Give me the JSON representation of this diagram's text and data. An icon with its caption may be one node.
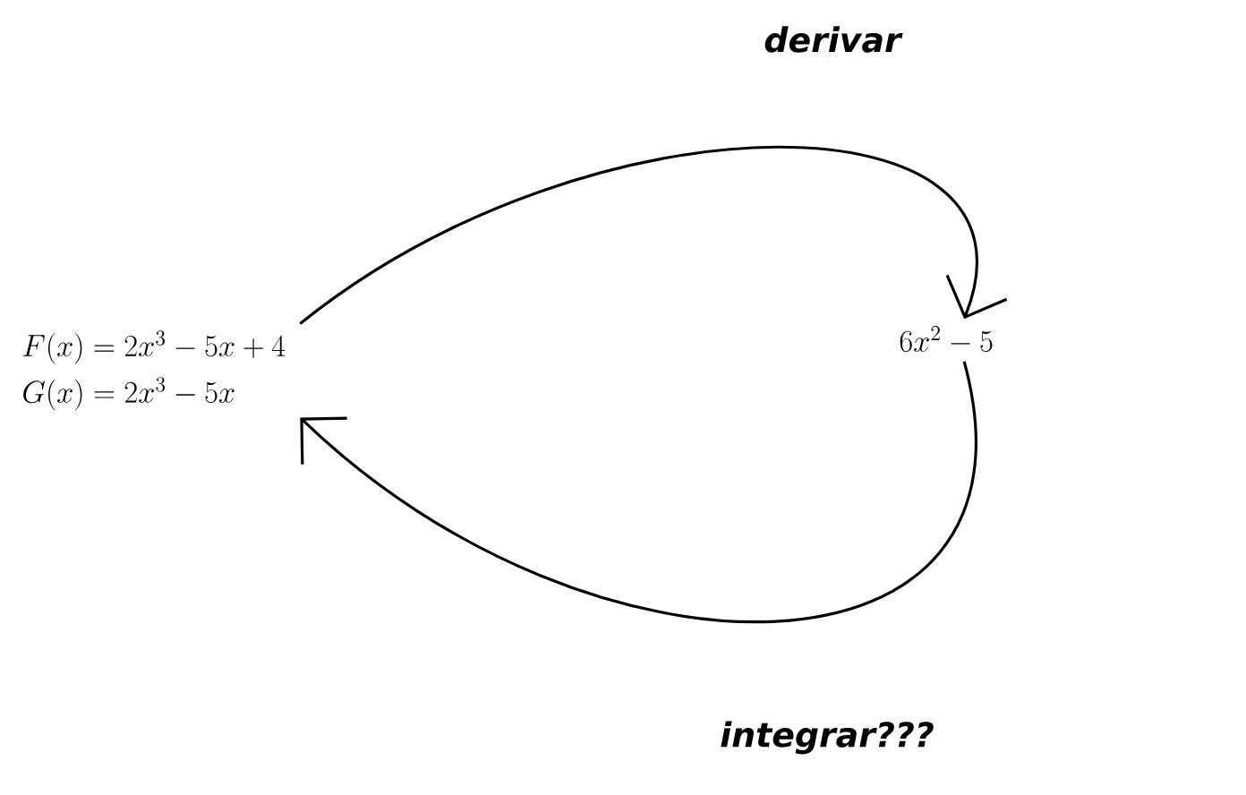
{
  "diagram": {
    "nodes": [
      {
        "text": [
          "F(x) = 2x^3 - 5x + 4",
          "G(x) = 2x^3 - 5x"
        ]
      },
      {
        "text": [
          "6x^2 - 5"
        ]
      }
    ],
    "edges": [
      {
        "from": 0,
        "to": 1,
        "arrow": "to",
        "label": "derivar"
      },
      {
        "from": 1,
        "to": 0,
        "arrow": "to",
        "label": "integrar???"
      }
    ]
  }
}
